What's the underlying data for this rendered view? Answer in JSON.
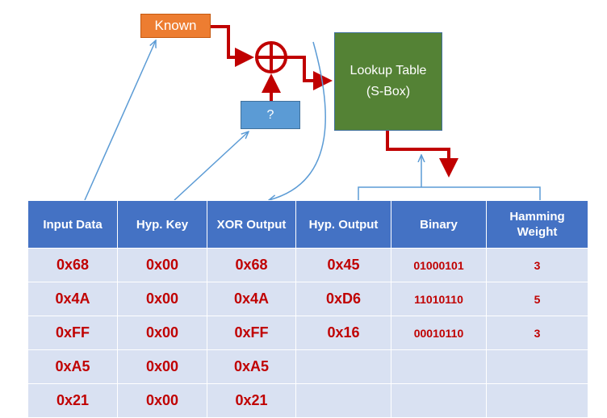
{
  "diagram": {
    "known_label": "Known",
    "hyp_key_label": "?",
    "sbox_line1": "Lookup Table",
    "sbox_line2": "(S-Box)",
    "colors": {
      "known": "#ED7D31",
      "key_box": "#5B9BD5",
      "sbox": "#548235",
      "flow": "#C00000",
      "header": "#4472C4",
      "cell": "#D9E1F2",
      "cell_text": "#C00000"
    }
  },
  "table": {
    "headers": [
      "Input Data",
      "Hyp. Key",
      "XOR Output",
      "Hyp. Output",
      "Binary",
      "Hamming Weight"
    ],
    "rows": [
      [
        "0x68",
        "0x00",
        "0x68",
        "0x45",
        "01000101",
        "3"
      ],
      [
        "0x4A",
        "0x00",
        "0x4A",
        "0xD6",
        "11010110",
        "5"
      ],
      [
        "0xFF",
        "0x00",
        "0xFF",
        "0x16",
        "00010110",
        "3"
      ],
      [
        "0xA5",
        "0x00",
        "0xA5",
        "",
        "",
        ""
      ],
      [
        "0x21",
        "0x00",
        "0x21",
        "",
        "",
        ""
      ]
    ]
  }
}
